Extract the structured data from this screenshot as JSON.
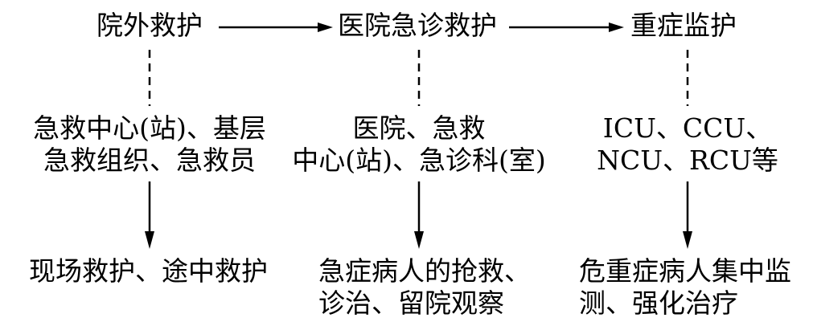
{
  "stages": [
    {
      "title": "院外救护",
      "resources": [
        "急救中心(站)、基层",
        "急救组织、急救员"
      ],
      "tasks": [
        "现场救护、途中救护"
      ]
    },
    {
      "title": "医院急诊救护",
      "resources": [
        "医院、急救",
        "中心(站)、急诊科(室)"
      ],
      "tasks": [
        "急症病人的抢救、",
        "诊治、留院观察"
      ]
    },
    {
      "title": "重症监护",
      "resources": [
        "ICU、CCU、",
        "NCU、RCU等"
      ],
      "tasks": [
        "危重症病人集中监",
        "测、强化治疗"
      ]
    }
  ]
}
